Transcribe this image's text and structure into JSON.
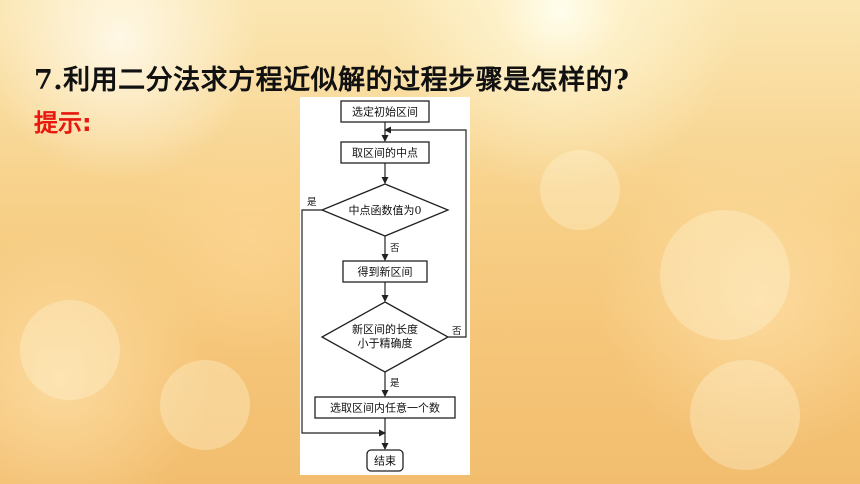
{
  "question": "7.利用二分法求方程近似解的过程步骤是怎样的?",
  "hint_label": "提示:",
  "flowchart": {
    "steps": {
      "select_interval": "选定初始区间",
      "midpoint": "取区间的中点",
      "decision1": "中点函数值为0",
      "new_interval": "得到新区间",
      "decision2_line1": "新区间的长度",
      "decision2_line2": "小于精确度",
      "pick_number": "选取区间内任意一个数",
      "end": "结束"
    },
    "labels": {
      "yes": "是",
      "no": "否"
    }
  }
}
